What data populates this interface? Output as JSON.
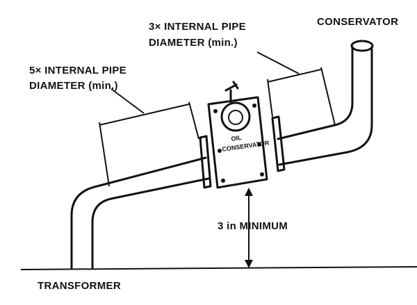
{
  "labels": {
    "conservator": "CONSERVATOR",
    "three_x_line1": "3× INTERNAL PIPE",
    "three_x_line2": "DIAMETER (min.)",
    "five_x_line1": "5× INTERNAL PIPE",
    "five_x_line2": "DIAMETER (min.)",
    "three_in_minimum": "3 in MINIMUM",
    "transformer": "TRANSFORMER",
    "relay_line1": "OIL",
    "relay_line2": "CONSERVATOR"
  }
}
